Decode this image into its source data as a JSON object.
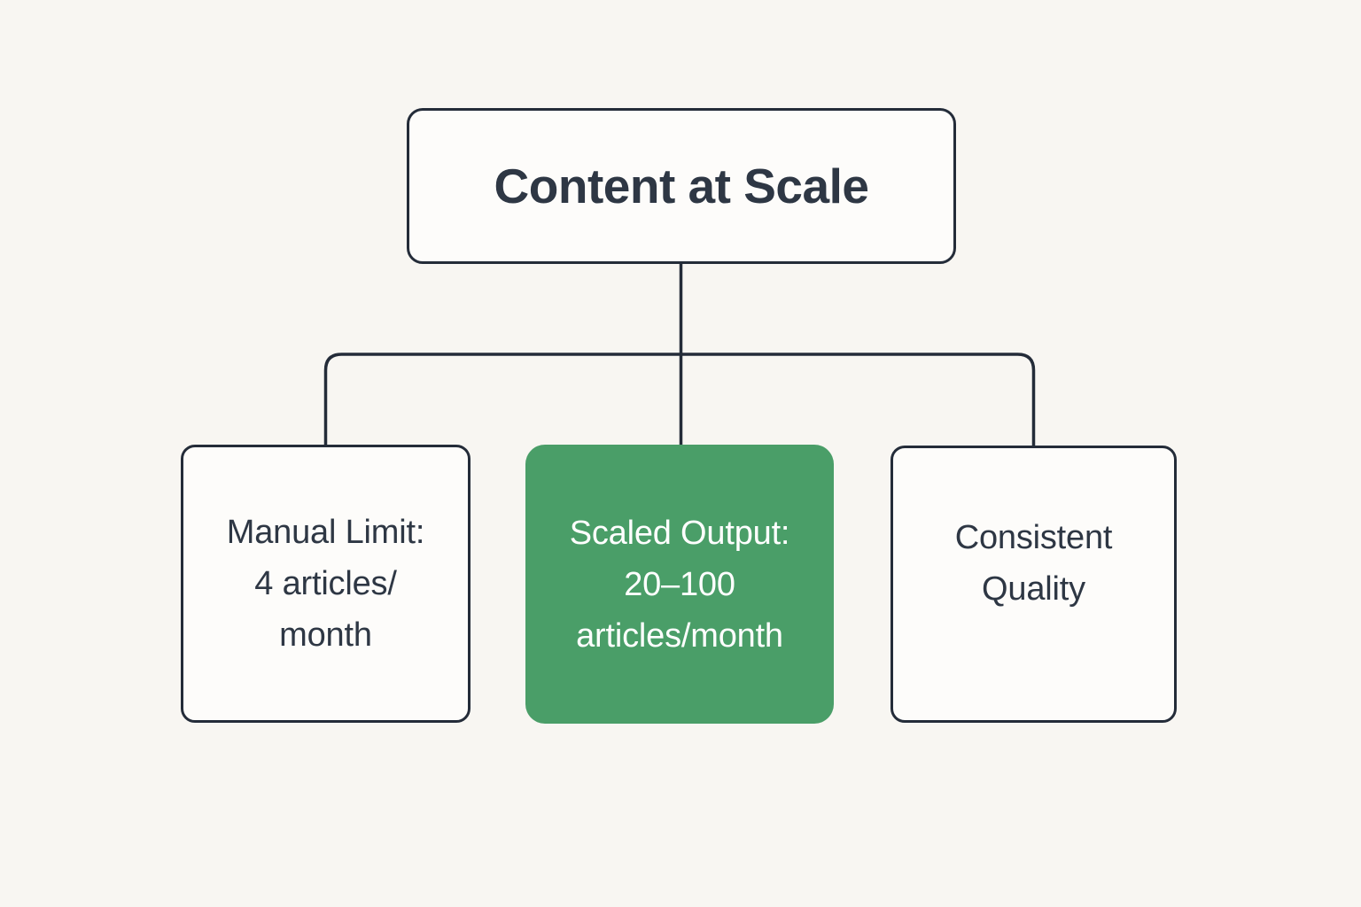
{
  "diagram": {
    "root": {
      "label": "Content at Scale"
    },
    "children": [
      {
        "name": "manual-limit",
        "lines": [
          "Manual Limit:",
          "4 articles/",
          "month"
        ],
        "highlighted": false
      },
      {
        "name": "scaled-output",
        "lines": [
          "Scaled Output:",
          "20–100",
          "articles/month"
        ],
        "highlighted": true
      },
      {
        "name": "consistent-quality",
        "lines": [
          "Consistent",
          "Quality"
        ],
        "highlighted": false
      }
    ],
    "colors": {
      "background": "#f8f6f2",
      "box_fill": "#fdfcfa",
      "border": "#242c39",
      "text": "#2e3744",
      "highlight": "#4a9e68",
      "highlight_text": "#ffffff"
    }
  }
}
